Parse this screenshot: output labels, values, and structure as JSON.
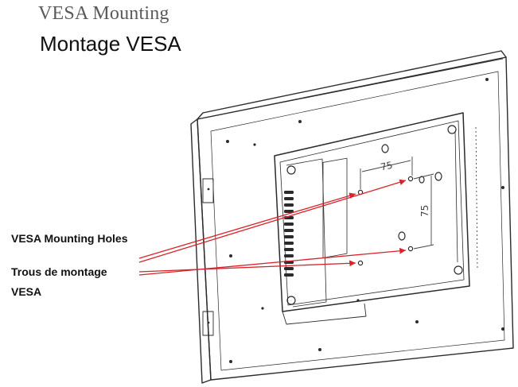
{
  "title": "VESA Mounting",
  "subtitle": "Montage VESA",
  "callout": {
    "label_en": "VESA Mounting Holes",
    "label_fr_line1": "Trous de montage",
    "label_fr_line2": "VESA"
  },
  "dimensions": {
    "horizontal": "75",
    "vertical": "75"
  },
  "colors": {
    "arrow": "#d9232a",
    "line": "#2b2b2b",
    "dim": "#444444"
  }
}
